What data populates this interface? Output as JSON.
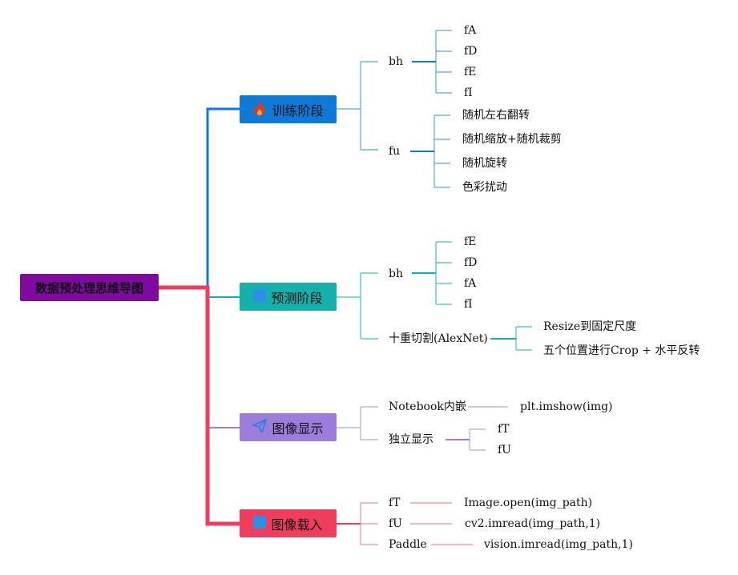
{
  "root": {
    "label": "数据预处理思维导图"
  },
  "branches": {
    "train": {
      "label": "训练阶段",
      "icon": "fire-icon",
      "color": "#0e7ad8",
      "bh": {
        "label": "bh",
        "items": [
          "fA",
          "fD",
          "fE",
          "fI"
        ]
      },
      "fu": {
        "label": "fu",
        "items": [
          "随机左右翻转",
          "随机缩放+随机裁剪",
          "随机旋转",
          "色彩扰动"
        ]
      }
    },
    "predict": {
      "label": "预测阶段",
      "icon": "blue-square-icon",
      "color": "#14b0ac",
      "bh": {
        "label": "bh",
        "items": [
          "fE",
          "fD",
          "fA",
          "fI"
        ]
      },
      "tencrop": {
        "label": "十重切割(AlexNet)",
        "items": [
          "Resize到固定尺度",
          "五个位置进行Crop + 水平反转"
        ]
      }
    },
    "display": {
      "label": "图像显示",
      "icon": "paper-plane-icon",
      "color": "#9c7ddc",
      "notebook": {
        "label": "Notebook内嵌",
        "value": "plt.imshow(img)"
      },
      "standalone": {
        "label": "独立显示",
        "items": [
          "fT",
          "fU"
        ]
      }
    },
    "load": {
      "label": "图像载入",
      "icon": "blue-square-icon",
      "color": "#f03d5e",
      "rows": [
        {
          "label": "fT",
          "value": "Image.open(img_path)"
        },
        {
          "label": "fU",
          "value": "cv2.imread(img_path,1)"
        },
        {
          "label": "Paddle",
          "value": "vision.imread(img_path,1)"
        }
      ]
    }
  }
}
